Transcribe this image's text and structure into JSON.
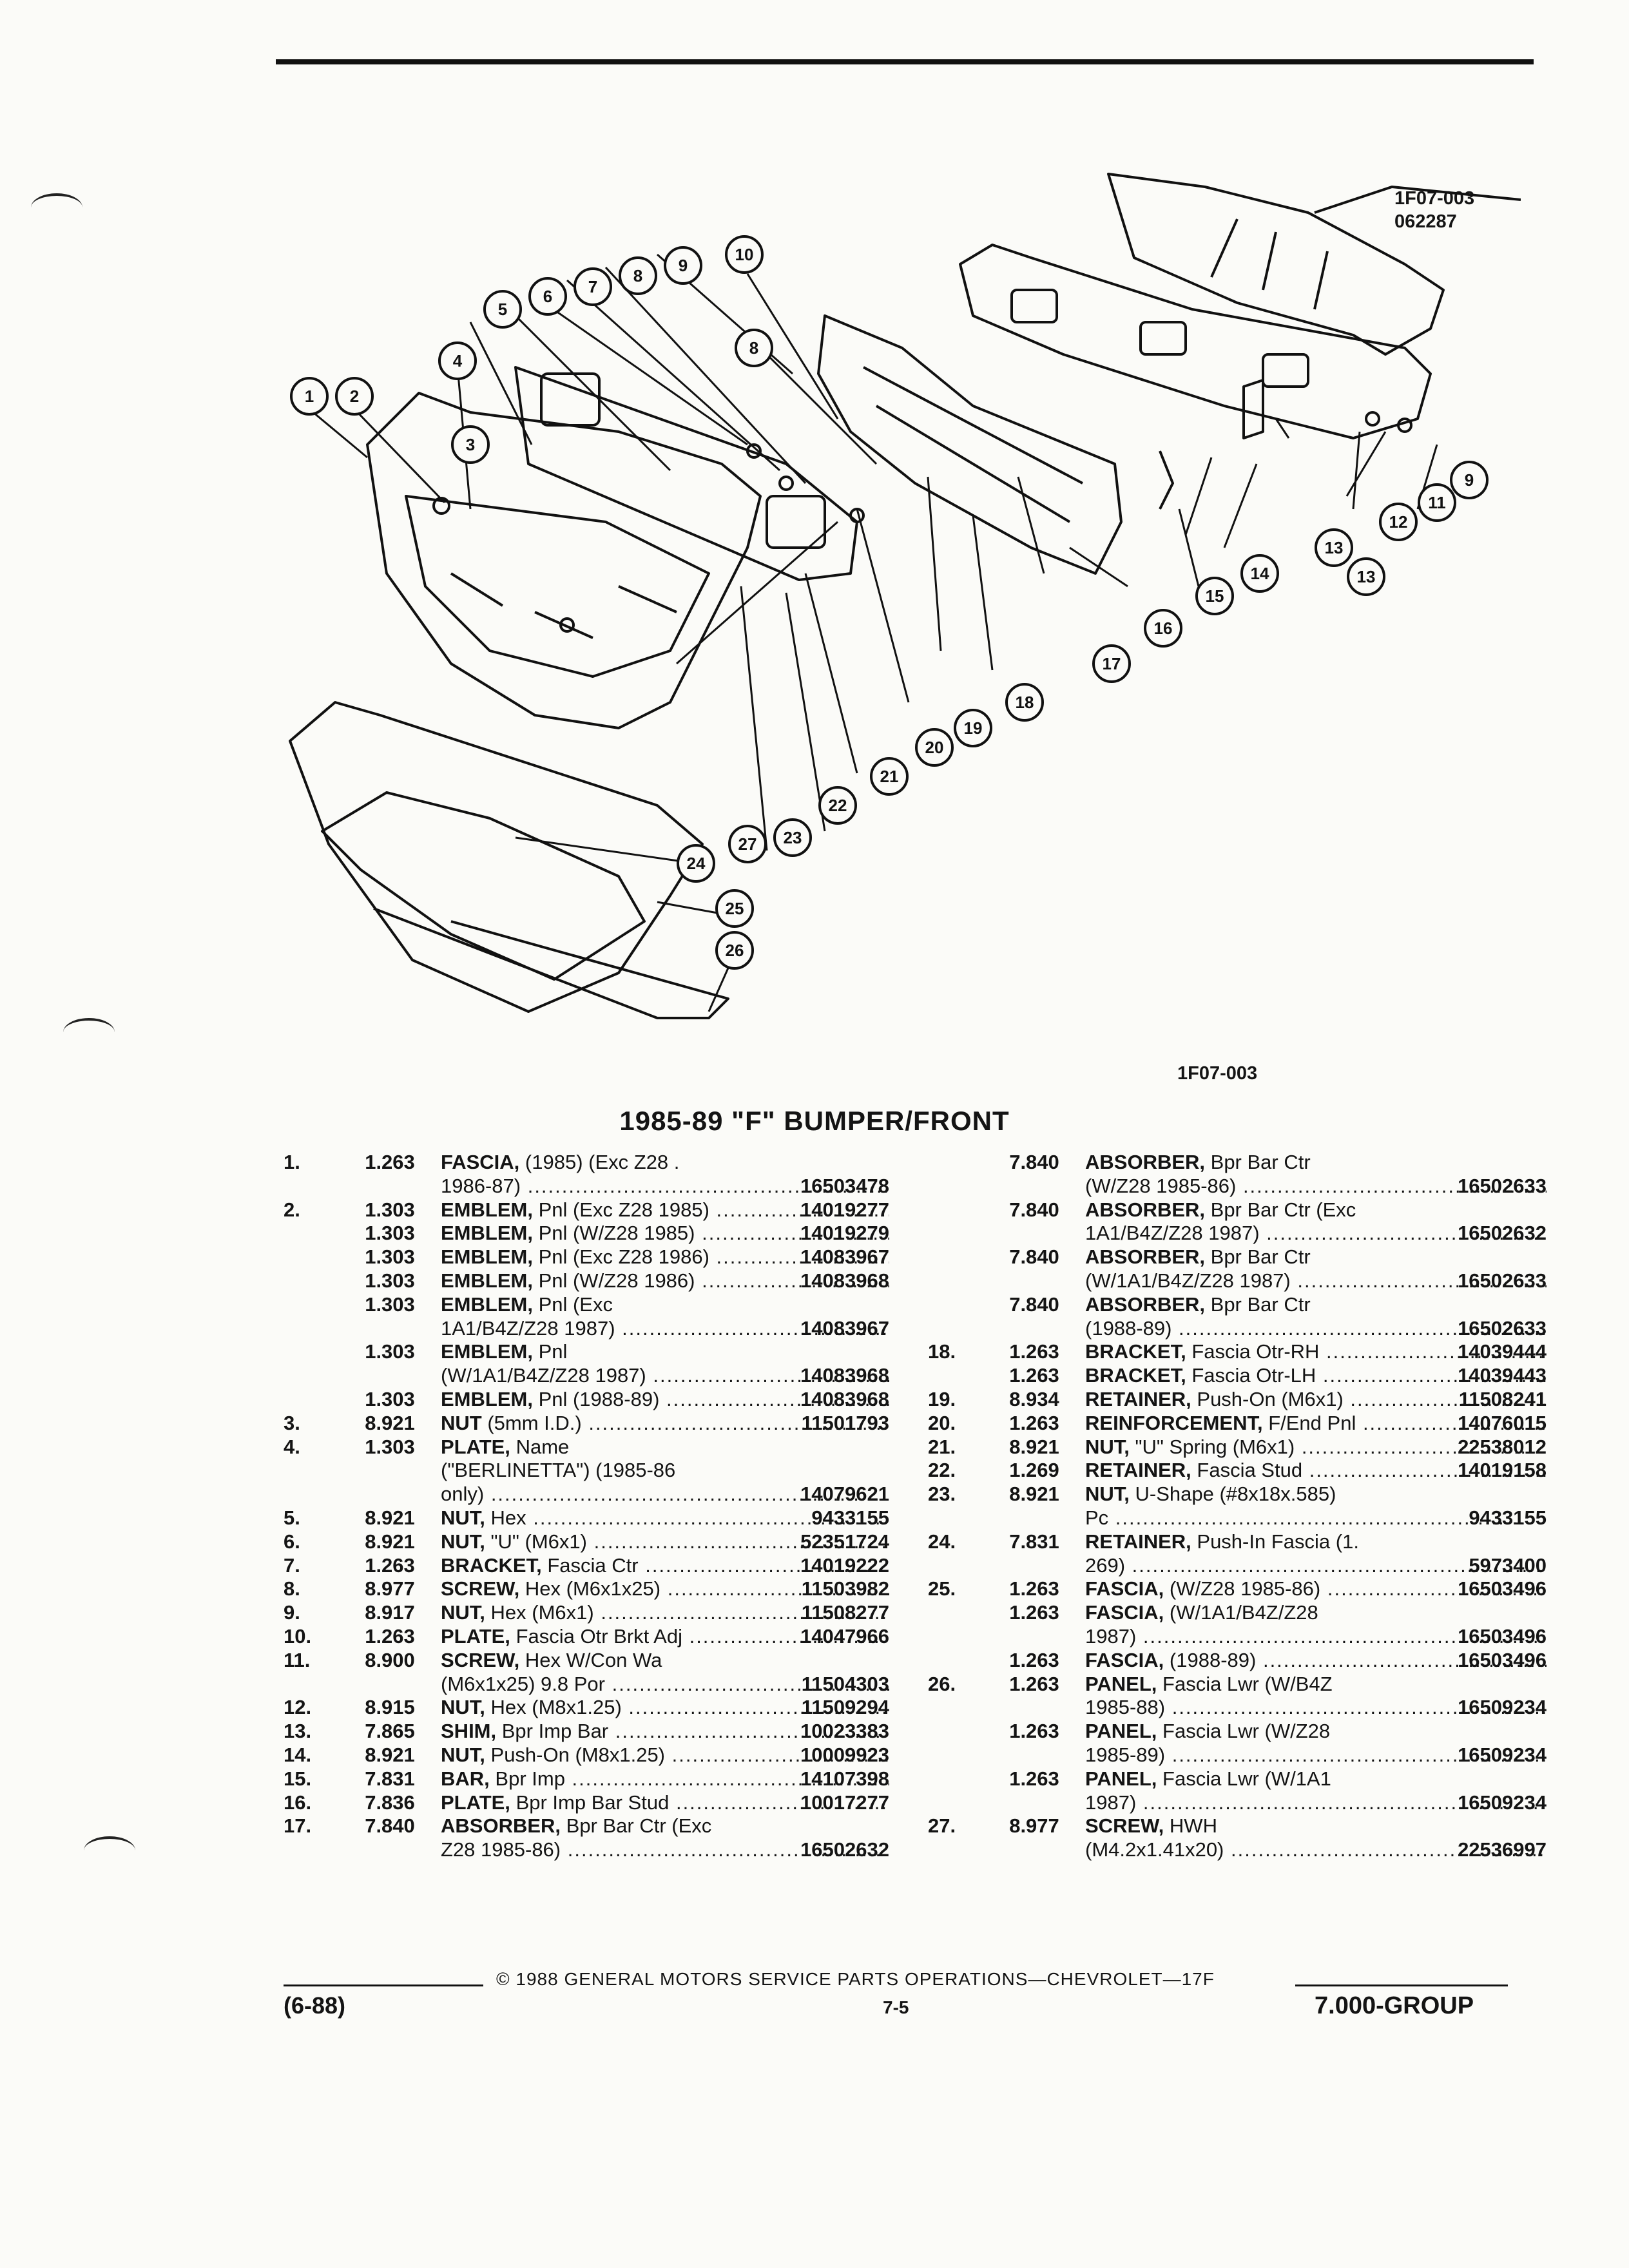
{
  "figure": {
    "ref_top_line1": "1F07-003",
    "ref_top_line2": "062287",
    "ref_caption": "1F07-003",
    "callouts": [
      "1",
      "2",
      "3",
      "4",
      "5",
      "6",
      "7",
      "8",
      "9",
      "10",
      "8",
      "11",
      "12",
      "13",
      "14",
      "15",
      "16",
      "17",
      "18",
      "19",
      "20",
      "21",
      "22",
      "23",
      "24",
      "25",
      "26",
      "27",
      "9",
      "13"
    ]
  },
  "title": "1985-89 \"F\" BUMPER/FRONT",
  "left_column": [
    {
      "num": "1.",
      "grp": "1.263",
      "kw": "FASCIA,",
      "txt": "(1985) (Exc Z28 .",
      "pn": ""
    },
    {
      "num": "",
      "grp": "",
      "kw": "",
      "txt": "1986-87)",
      "pn": "16503478"
    },
    {
      "num": "2.",
      "grp": "1.303",
      "kw": "EMBLEM,",
      "txt": "Pnl (Exc Z28 1985)",
      "pn": "14019277"
    },
    {
      "num": "",
      "grp": "1.303",
      "kw": "EMBLEM,",
      "txt": "Pnl (W/Z28 1985)",
      "pn": "14019279"
    },
    {
      "num": "",
      "grp": "1.303",
      "kw": "EMBLEM,",
      "txt": "Pnl (Exc Z28 1986)",
      "pn": "14083967"
    },
    {
      "num": "",
      "grp": "1.303",
      "kw": "EMBLEM,",
      "txt": "Pnl (W/Z28 1986)",
      "pn": "14083968"
    },
    {
      "num": "",
      "grp": "1.303",
      "kw": "EMBLEM,",
      "txt": "Pnl (Exc",
      "pn": ""
    },
    {
      "num": "",
      "grp": "",
      "kw": "",
      "txt": "1A1/B4Z/Z28 1987)",
      "pn": "14083967"
    },
    {
      "num": "",
      "grp": "1.303",
      "kw": "EMBLEM,",
      "txt": "Pnl",
      "pn": ""
    },
    {
      "num": "",
      "grp": "",
      "kw": "",
      "txt": "(W/1A1/B4Z/Z28 1987)",
      "pn": "14083968"
    },
    {
      "num": "",
      "grp": "1.303",
      "kw": "EMBLEM,",
      "txt": "Pnl (1988-89)",
      "pn": "14083968"
    },
    {
      "num": "3.",
      "grp": "8.921",
      "kw": "NUT",
      "txt": "(5mm I.D.)",
      "pn": "11501793"
    },
    {
      "num": "4.",
      "grp": "1.303",
      "kw": "PLATE,",
      "txt": "Name",
      "pn": ""
    },
    {
      "num": "",
      "grp": "",
      "kw": "",
      "txt": "(\"BERLINETTA\") (1985-86",
      "pn": ""
    },
    {
      "num": "",
      "grp": "",
      "kw": "",
      "txt": "only)",
      "pn": "14079621"
    },
    {
      "num": "5.",
      "grp": "8.921",
      "kw": "NUT,",
      "txt": "Hex",
      "pn": "9433155"
    },
    {
      "num": "6.",
      "grp": "8.921",
      "kw": "NUT,",
      "txt": "\"U\" (M6x1)",
      "pn": "52351724"
    },
    {
      "num": "7.",
      "grp": "1.263",
      "kw": "BRACKET,",
      "txt": "Fascia Ctr",
      "pn": "14019222"
    },
    {
      "num": "8.",
      "grp": "8.977",
      "kw": "SCREW,",
      "txt": "Hex (M6x1x25)",
      "pn": "11503982"
    },
    {
      "num": "9.",
      "grp": "8.917",
      "kw": "NUT,",
      "txt": "Hex (M6x1)",
      "pn": "11508277"
    },
    {
      "num": "10.",
      "grp": "1.263",
      "kw": "PLATE,",
      "txt": "Fascia Otr Brkt Adj",
      "pn": "14047966"
    },
    {
      "num": "11.",
      "grp": "8.900",
      "kw": "SCREW,",
      "txt": "Hex W/Con Wa",
      "pn": ""
    },
    {
      "num": "",
      "grp": "",
      "kw": "",
      "txt": "(M6x1x25) 9.8 Por",
      "pn": "11504303"
    },
    {
      "num": "12.",
      "grp": "8.915",
      "kw": "NUT,",
      "txt": "Hex (M8x1.25)",
      "pn": "11509294"
    },
    {
      "num": "13.",
      "grp": "7.865",
      "kw": "SHIM,",
      "txt": "Bpr Imp Bar",
      "pn": "10023383"
    },
    {
      "num": "14.",
      "grp": "8.921",
      "kw": "NUT,",
      "txt": "Push-On (M8x1.25)",
      "pn": "10009923"
    },
    {
      "num": "15.",
      "grp": "7.831",
      "kw": "BAR,",
      "txt": "Bpr Imp",
      "pn": "14107398"
    },
    {
      "num": "16.",
      "grp": "7.836",
      "kw": "PLATE,",
      "txt": "Bpr Imp Bar Stud",
      "pn": "10017277"
    },
    {
      "num": "17.",
      "grp": "7.840",
      "kw": "ABSORBER,",
      "txt": "Bpr Bar Ctr (Exc",
      "pn": ""
    },
    {
      "num": "",
      "grp": "",
      "kw": "",
      "txt": "Z28 1985-86)",
      "pn": "16502632"
    }
  ],
  "right_column": [
    {
      "num": "",
      "grp": "7.840",
      "kw": "ABSORBER,",
      "txt": "Bpr Bar Ctr",
      "pn": ""
    },
    {
      "num": "",
      "grp": "",
      "kw": "",
      "txt": "(W/Z28 1985-86)",
      "pn": "16502633"
    },
    {
      "num": "",
      "grp": "7.840",
      "kw": "ABSORBER,",
      "txt": "Bpr Bar Ctr (Exc",
      "pn": ""
    },
    {
      "num": "",
      "grp": "",
      "kw": "",
      "txt": "1A1/B4Z/Z28 1987)",
      "pn": "16502632"
    },
    {
      "num": "",
      "grp": "7.840",
      "kw": "ABSORBER,",
      "txt": "Bpr Bar Ctr",
      "pn": ""
    },
    {
      "num": "",
      "grp": "",
      "kw": "",
      "txt": "(W/1A1/B4Z/Z28 1987)",
      "pn": "16502633"
    },
    {
      "num": "",
      "grp": "7.840",
      "kw": "ABSORBER,",
      "txt": "Bpr Bar Ctr",
      "pn": ""
    },
    {
      "num": "",
      "grp": "",
      "kw": "",
      "txt": "(1988-89)",
      "pn": "16502633"
    },
    {
      "num": "18.",
      "grp": "1.263",
      "kw": "BRACKET,",
      "txt": "Fascia Otr-RH",
      "pn": "14039444"
    },
    {
      "num": "",
      "grp": "1.263",
      "kw": "BRACKET,",
      "txt": "Fascia Otr-LH",
      "pn": "14039443"
    },
    {
      "num": "19.",
      "grp": "8.934",
      "kw": "RETAINER,",
      "txt": "Push-On (M6x1)",
      "pn": "11508241"
    },
    {
      "num": "20.",
      "grp": "1.263",
      "kw": "REINFORCEMENT,",
      "txt": "F/End Pnl",
      "pn": "14076015"
    },
    {
      "num": "21.",
      "grp": "8.921",
      "kw": "NUT,",
      "txt": "\"U\" Spring (M6x1)",
      "pn": "22538012"
    },
    {
      "num": "22.",
      "grp": "1.269",
      "kw": "RETAINER,",
      "txt": "Fascia Stud",
      "pn": "14019158"
    },
    {
      "num": "23.",
      "grp": "8.921",
      "kw": "NUT,",
      "txt": "U-Shape (#8x18x.585)",
      "pn": ""
    },
    {
      "num": "",
      "grp": "",
      "kw": "",
      "txt": "Pc",
      "pn": "9433155"
    },
    {
      "num": "24.",
      "grp": "7.831",
      "kw": "RETAINER,",
      "txt": "Push-In Fascia (1.",
      "pn": ""
    },
    {
      "num": "",
      "grp": "",
      "kw": "",
      "txt": "269)",
      "pn": "5973400"
    },
    {
      "num": "25.",
      "grp": "1.263",
      "kw": "FASCIA,",
      "txt": "(W/Z28 1985-86)",
      "pn": "16503496"
    },
    {
      "num": "",
      "grp": "1.263",
      "kw": "FASCIA,",
      "txt": "(W/1A1/B4Z/Z28",
      "pn": ""
    },
    {
      "num": "",
      "grp": "",
      "kw": "",
      "txt": "1987)",
      "pn": "16503496"
    },
    {
      "num": "",
      "grp": "1.263",
      "kw": "FASCIA,",
      "txt": "(1988-89)",
      "pn": "16503496"
    },
    {
      "num": "26.",
      "grp": "1.263",
      "kw": "PANEL,",
      "txt": "Fascia Lwr (W/B4Z",
      "pn": ""
    },
    {
      "num": "",
      "grp": "",
      "kw": "",
      "txt": "1985-88)",
      "pn": "16509234"
    },
    {
      "num": "",
      "grp": "1.263",
      "kw": "PANEL,",
      "txt": "Fascia Lwr (W/Z28",
      "pn": ""
    },
    {
      "num": "",
      "grp": "",
      "kw": "",
      "txt": "1985-89)",
      "pn": "16509234"
    },
    {
      "num": "",
      "grp": "1.263",
      "kw": "PANEL,",
      "txt": "Fascia Lwr (W/1A1",
      "pn": ""
    },
    {
      "num": "",
      "grp": "",
      "kw": "",
      "txt": "1987)",
      "pn": "16509234"
    },
    {
      "num": "27.",
      "grp": "8.977",
      "kw": "SCREW,",
      "txt": "HWH",
      "pn": ""
    },
    {
      "num": "",
      "grp": "",
      "kw": "",
      "txt": "(M4.2x1.41x20)",
      "pn": "22536997"
    }
  ],
  "footer": {
    "copyright": "© 1988 GENERAL MOTORS SERVICE PARTS OPERATIONS—CHEVROLET—17F",
    "revision": "(6-88)",
    "page": "7-5",
    "group": "7.000-GROUP"
  }
}
